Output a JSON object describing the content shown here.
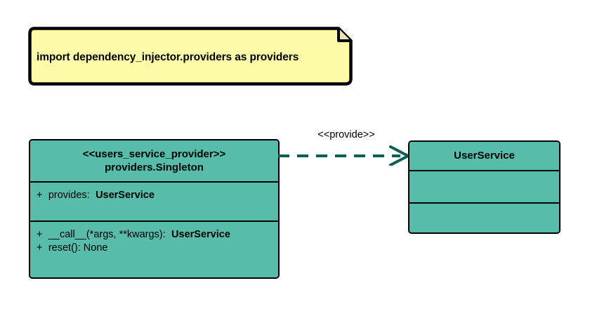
{
  "diagram": {
    "title": "users_service_provider UML class diagram",
    "background": "#ffffff",
    "colors": {
      "class_fill": "#57bcaa",
      "note_fill": "#fcfba8",
      "stroke": "#000000",
      "connector": "#0a5f52"
    }
  },
  "note": {
    "text": "import dependency_injector.providers as providers",
    "fill": "#fcfba8"
  },
  "provider_class": {
    "stereotype": "<<users_service_provider>>",
    "name": "providers.Singleton",
    "attributes": [
      {
        "visibility": "+",
        "label": "provides:",
        "type": "UserService"
      }
    ],
    "operations": [
      {
        "visibility": "+",
        "label": "__call__(*args, **kwargs):",
        "type": "UserService",
        "bold_type": true
      },
      {
        "visibility": "+",
        "label": "reset(): None",
        "type": "",
        "bold_type": false
      }
    ]
  },
  "service_class": {
    "name": "UserService",
    "attributes": [],
    "operations": []
  },
  "connector": {
    "label": "<<provide>>",
    "style": "dashed",
    "arrow": "open",
    "color": "#0a5f52",
    "from": "provider_class",
    "to": "service_class"
  }
}
